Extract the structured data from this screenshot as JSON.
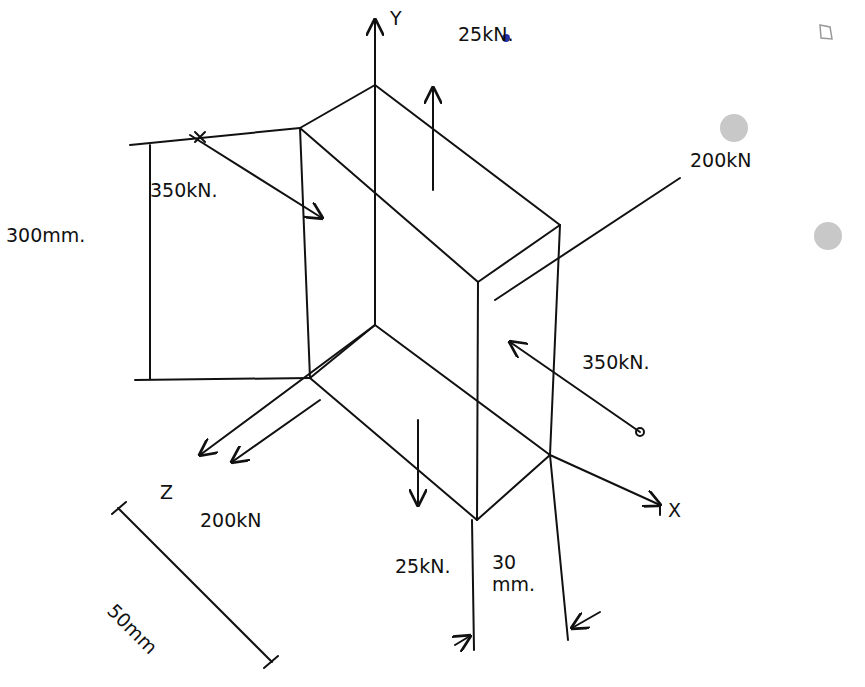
{
  "diagram": {
    "labels": [
      "Y",
      "25kN.",
      "350kN.",
      "200kN",
      "300mm.",
      "350kN.",
      "Z",
      "200kN",
      "25kN.",
      "30 mm.",
      "50mm",
      "X"
    ]
  }
}
